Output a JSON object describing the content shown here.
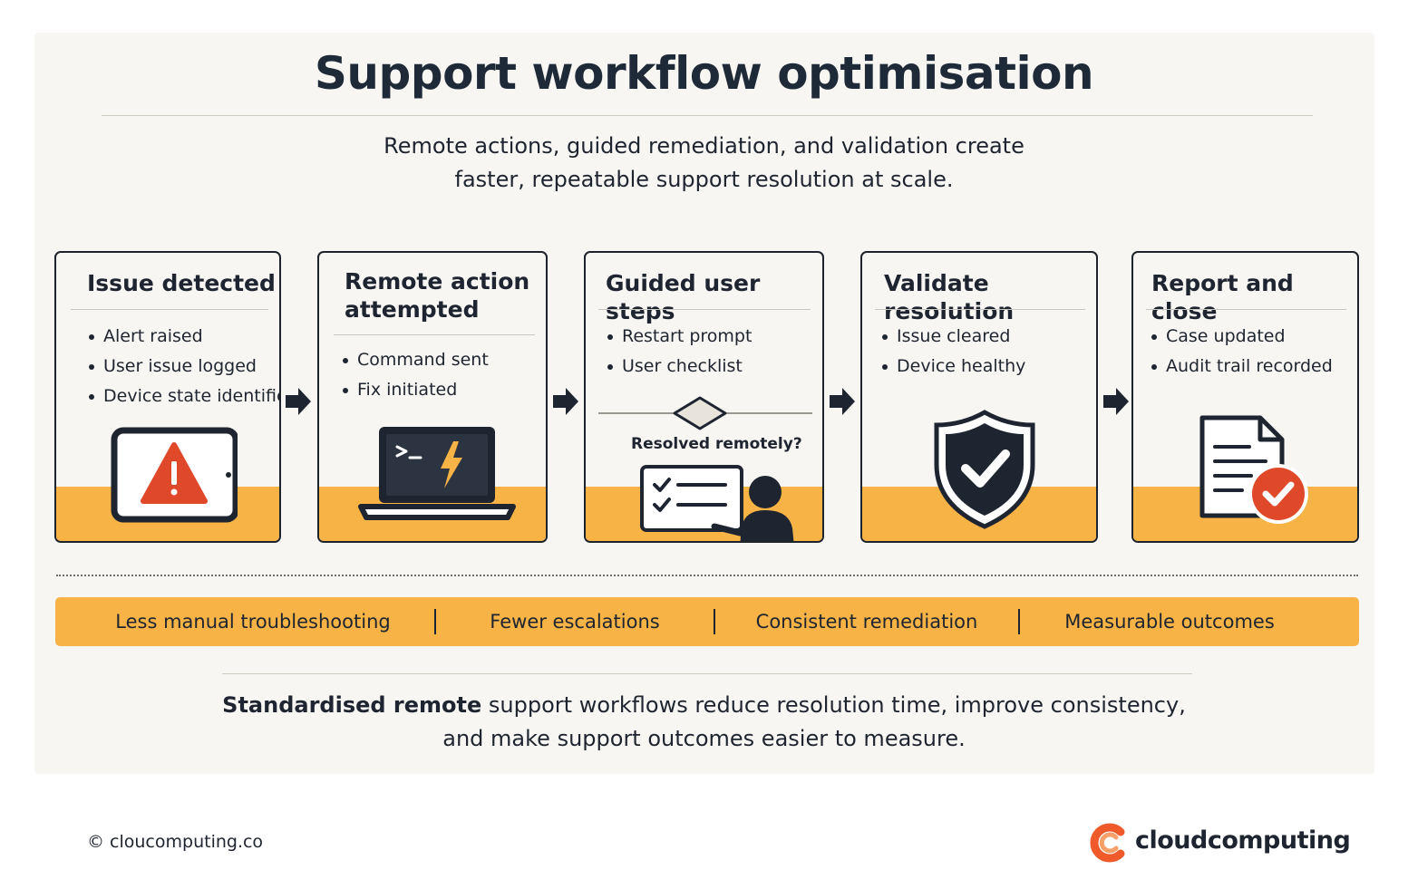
{
  "title": "Support workflow optimisation",
  "subtitle": {
    "line1": "Remote actions, guided remediation, and validation create",
    "line2": "faster, repeatable support resolution at scale."
  },
  "steps": [
    {
      "title": "Issue detected",
      "bullets": [
        "Alert raised",
        "User issue logged",
        "Device state identified"
      ],
      "icon": "tablet-warning-icon"
    },
    {
      "title_line1": "Remote action",
      "title_line2": "attempted",
      "bullets": [
        "Command sent",
        "Fix initiated"
      ],
      "icon": "laptop-terminal-icon"
    },
    {
      "title": "Guided user steps",
      "bullets": [
        "Restart prompt",
        "User checklist"
      ],
      "decision": "Resolved remotely?",
      "icon": "user-checklist-icon"
    },
    {
      "title": "Validate resolution",
      "bullets": [
        "Issue cleared",
        "Device healthy"
      ],
      "icon": "shield-check-icon"
    },
    {
      "title": "Report and close",
      "bullets": [
        "Case updated",
        "Audit trail recorded"
      ],
      "icon": "document-check-icon"
    }
  ],
  "benefits": [
    "Less manual troubleshooting",
    "Fewer escalations",
    "Consistent remediation",
    "Measurable outcomes"
  ],
  "conclusion": {
    "bold": "Standardised remote",
    "line1_rest": " support workflows reduce resolution time, improve consistency,",
    "line2": "and make support outcomes easier to measure."
  },
  "footer": {
    "copyright": "© cloucomputing.co",
    "brand": "cloudcomputing"
  },
  "colors": {
    "accent": "#f7b346",
    "dark": "#1e2530",
    "alert": "#e0482a",
    "background": "#f8f6f2"
  }
}
